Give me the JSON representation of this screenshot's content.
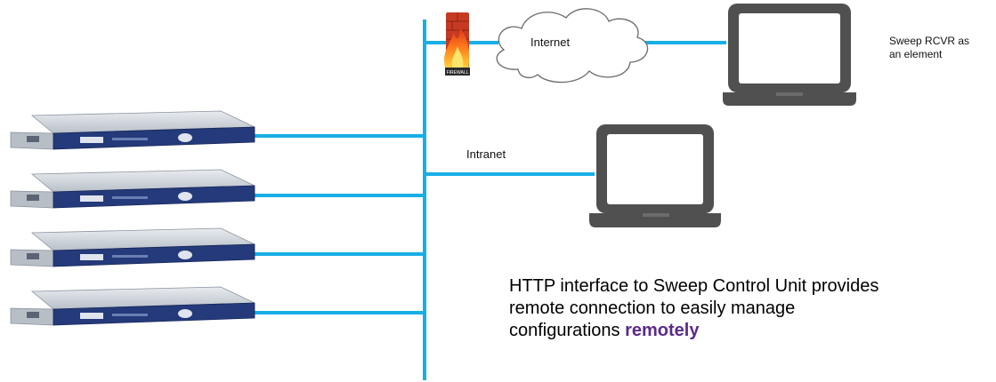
{
  "labels": {
    "internet": "Internet",
    "intranet": "Intranet",
    "rcvr_line1": "Sweep RCVR as",
    "rcvr_line2": "an element",
    "firewall": "Firewall"
  },
  "caption": {
    "line1": "HTTP interface to Sweep Control Unit provides",
    "line2": "remote connection to easily manage",
    "line3_prefix": "configurations",
    "line3_emphasis": "remotely"
  },
  "colors": {
    "network_line": "#18aee6",
    "laptop": "#505050",
    "rack_front": "#243a7a",
    "emphasis": "#5b2a8a"
  },
  "icons": [
    "firewall-icon",
    "cloud-icon",
    "laptop-icon",
    "rack-unit-icon"
  ]
}
